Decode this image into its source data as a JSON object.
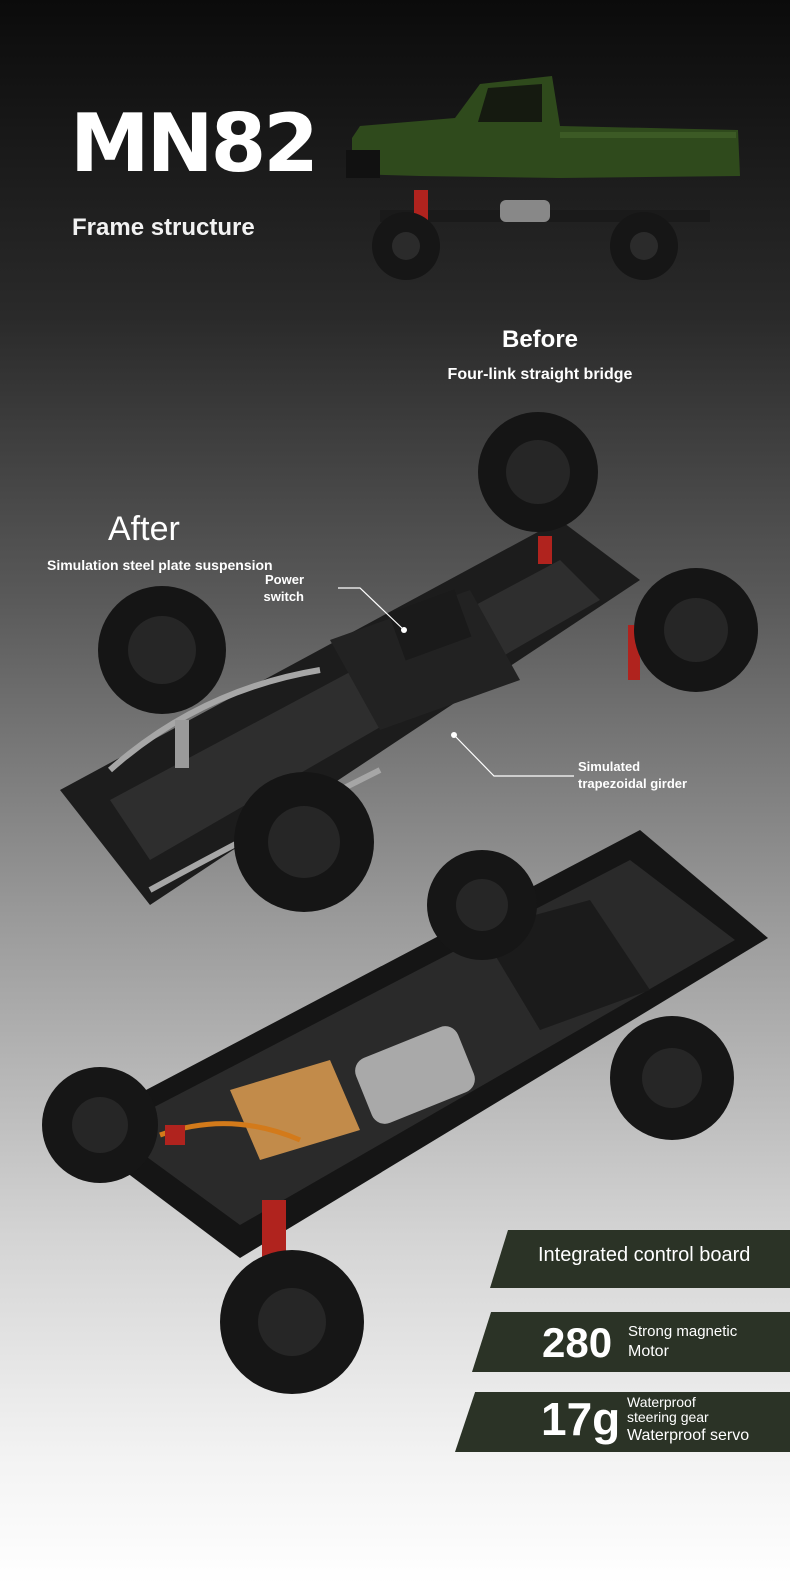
{
  "header": {
    "model": "MN82",
    "subtitle": "Frame structure"
  },
  "before": {
    "title": "Before",
    "subtitle": "Four-link straight bridge"
  },
  "after": {
    "title": "After",
    "subtitle": "Simulation steel plate suspension"
  },
  "callouts": {
    "power_switch": [
      "Power",
      "switch"
    ],
    "girder": [
      "Simulated",
      "trapezoidal girder"
    ]
  },
  "features": [
    {
      "label": "Integrated control board"
    },
    {
      "value": "280",
      "lines": [
        "Strong magnetic",
        "Motor"
      ]
    },
    {
      "value": "17g",
      "lines": [
        "Waterproof",
        "steering gear",
        "Waterproof servo"
      ]
    }
  ],
  "colors": {
    "banner": "#2b3326",
    "truck_body": "#2f4a1c",
    "spring": "#b0231e"
  }
}
